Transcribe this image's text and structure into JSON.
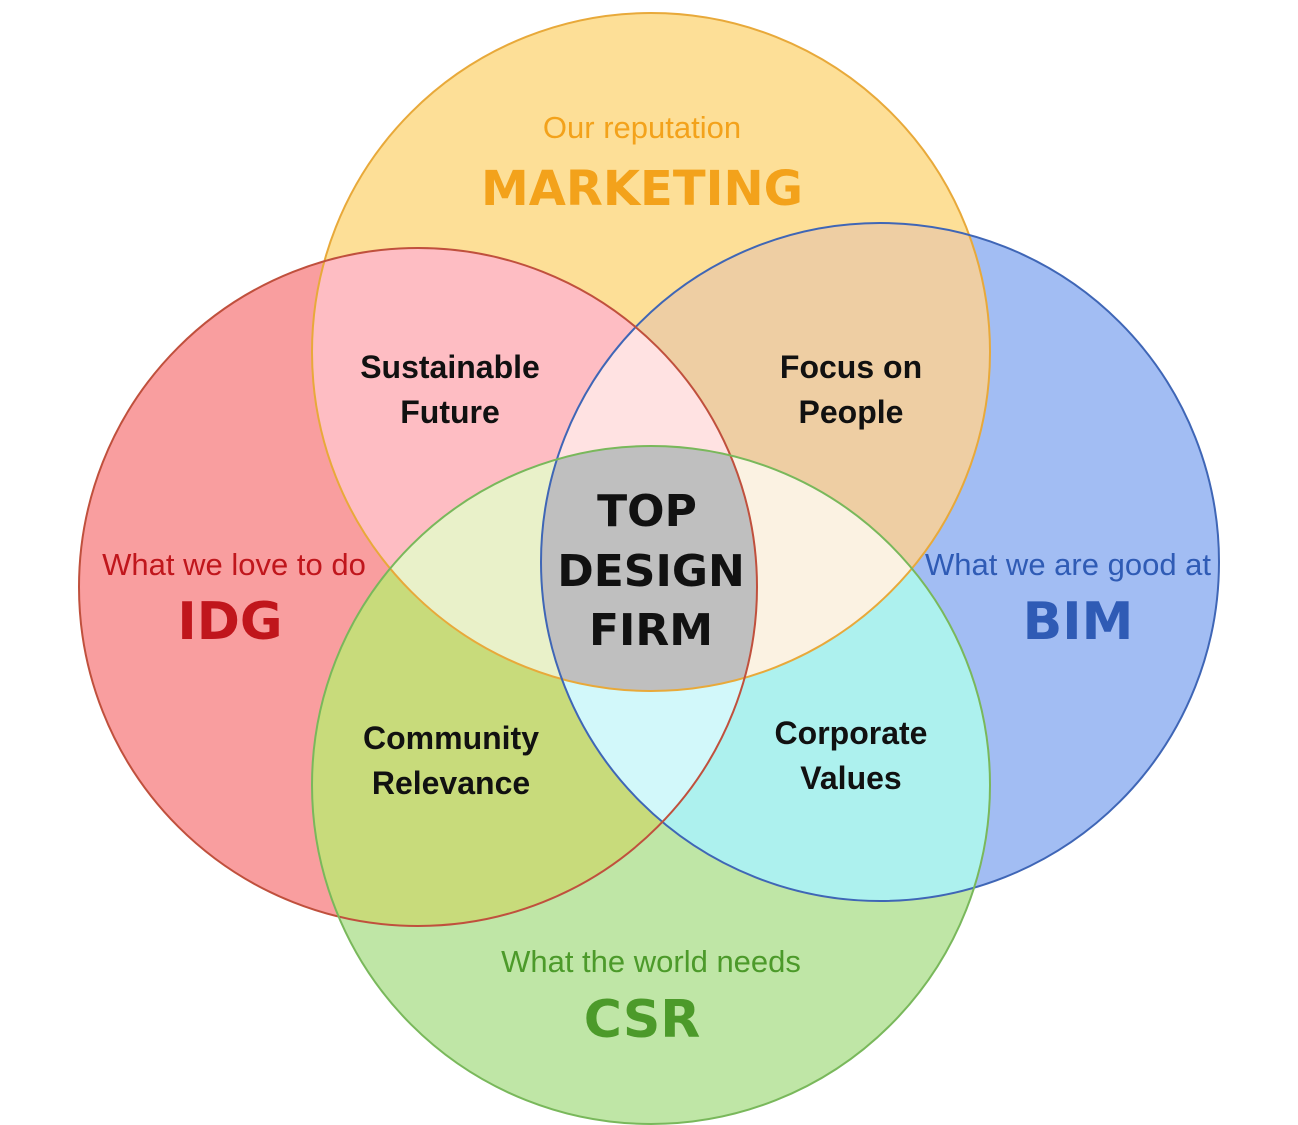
{
  "colors": {
    "marketing": "#fcd36f",
    "marketing_stroke": "#e8a93a",
    "marketing_text": "#f3a21b",
    "idg": "#f7797a",
    "idg_stroke": "#c0503d",
    "idg_text": "#c0161c",
    "bim": "#7ea4ef",
    "bim_stroke": "#3f66b6",
    "bim_text": "#2f5bb5",
    "csr": "#a6dd84",
    "csr_stroke": "#79b85b",
    "csr_text": "#4c9a2a",
    "center": "#bfbfbf"
  },
  "circles": {
    "marketing": {
      "subtitle": "Our reputation",
      "title": "MARKETING"
    },
    "idg": {
      "subtitle": "What we love to do",
      "title": "IDG"
    },
    "bim": {
      "subtitle": "What we are good at",
      "title": "BIM"
    },
    "csr": {
      "subtitle": "What the world needs",
      "title": "CSR"
    }
  },
  "overlaps": {
    "sustainable": {
      "line1": "Sustainable",
      "line2": "Future"
    },
    "focus": {
      "line1": "Focus on",
      "line2": "People"
    },
    "community": {
      "line1": "Community",
      "line2": "Relevance"
    },
    "corporate": {
      "line1": "Corporate",
      "line2": "Values"
    }
  },
  "center": {
    "line1": "TOP",
    "line2": "DESIGN",
    "line3": "FIRM"
  }
}
